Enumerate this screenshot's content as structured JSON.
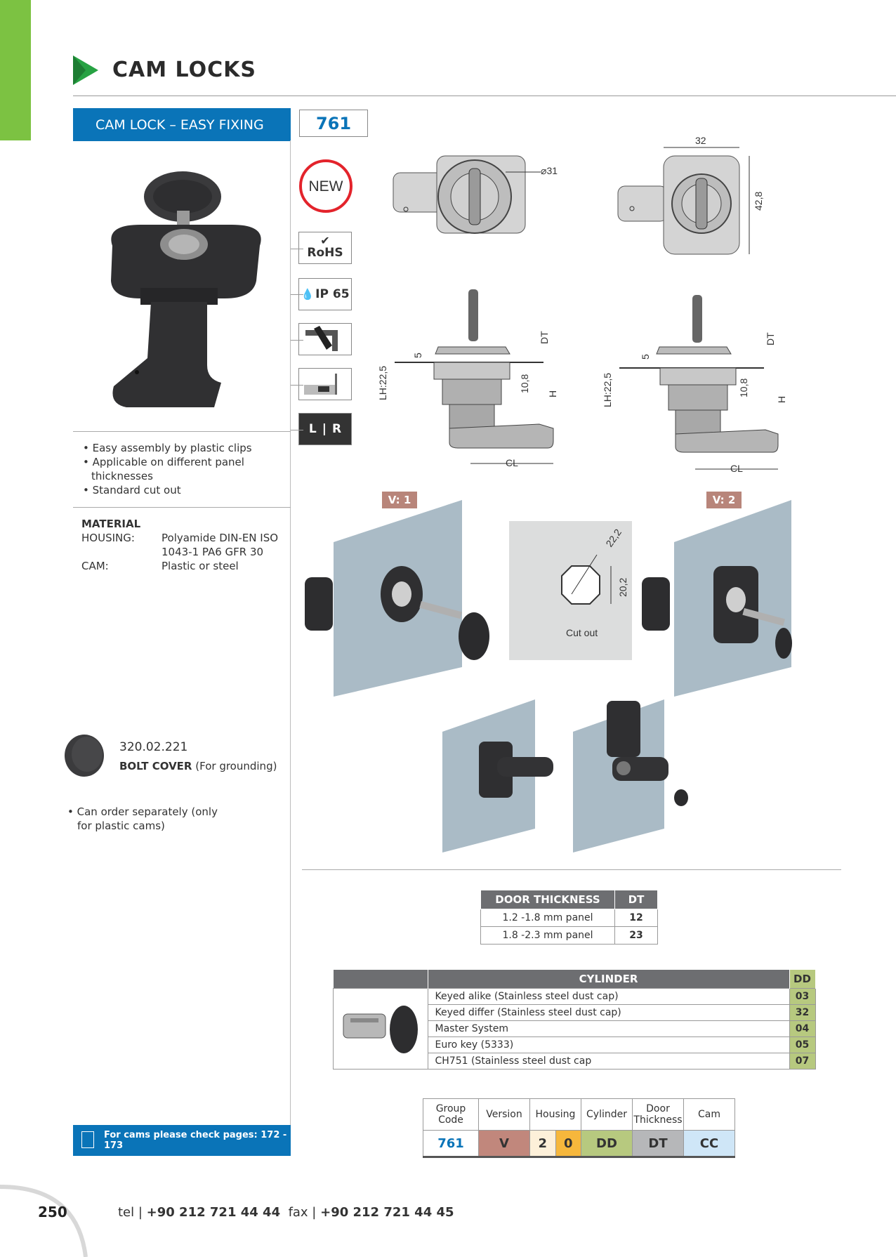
{
  "header": {
    "title": "CAM LOCKS"
  },
  "product": {
    "bar_title": "CAM LOCK – EASY FIXING",
    "code": "761"
  },
  "badges": {
    "new": "NEW",
    "rohs": "RoHS",
    "ip": "IP 65",
    "lr_left": "L",
    "lr_right": "R"
  },
  "features": [
    "Easy assembly by plastic clips",
    "Applicable on different panel thicknesses",
    "Standard cut out"
  ],
  "material": {
    "heading": "MATERIAL",
    "rows": [
      {
        "key": "HOUSING:",
        "value": "Polyamide DIN-EN ISO 1043-1 PA6 GFR 30"
      },
      {
        "key": "CAM:",
        "value": "Plastic or steel"
      }
    ]
  },
  "accessory": {
    "code": "320.02.221",
    "name": "BOLT COVER",
    "note": "(For grounding)",
    "bullet": "Can order separately (only for plastic cams)"
  },
  "drawings": {
    "dia": "31",
    "width": "32",
    "height": "42,8",
    "dt": "DT",
    "h": "H",
    "cl": "CL",
    "five": "5",
    "ten8": "10,8",
    "lh": "LH:22,5",
    "v1": "V: 1",
    "v2": "V: 2",
    "cutout_a": "22,2",
    "cutout_b": "20,2",
    "cutout_label": "Cut out"
  },
  "door_thickness": {
    "headers": [
      "DOOR THICKNESS",
      "DT"
    ],
    "rows": [
      [
        "1.2 -1.8 mm panel",
        "12"
      ],
      [
        "1.8 -2.3 mm panel",
        "23"
      ]
    ]
  },
  "cylinder": {
    "header": "CYLINDER",
    "dd_header": "DD",
    "rows": [
      [
        "Keyed alike (Stainless steel dust cap)",
        "03"
      ],
      [
        "Keyed differ (Stainless steel dust cap)",
        "32"
      ],
      [
        "Master System",
        "04"
      ],
      [
        "Euro key (5333)",
        "05"
      ],
      [
        "CH751 (Stainless steel dust cap",
        "07"
      ]
    ]
  },
  "order_code": {
    "headers": [
      "Group Code",
      "Version",
      "Housing",
      "Cylinder",
      "Door Thickness",
      "Cam"
    ],
    "values": [
      "761",
      "V",
      "2",
      "0",
      "DD",
      "DT",
      "CC"
    ],
    "colors": [
      "#ffffff",
      "#c1877c",
      "#fdf0d9",
      "#f6b73c",
      "#b7c97f",
      "#b6b7b9",
      "#cfe6f7"
    ]
  },
  "cams_note": "For cams please check pages: 172 - 173",
  "footer": {
    "page": "250",
    "tel_label": "tel |",
    "tel": "+90 212 721 44 44",
    "fax_label": "fax |",
    "fax": "+90 212 721 44 45"
  }
}
